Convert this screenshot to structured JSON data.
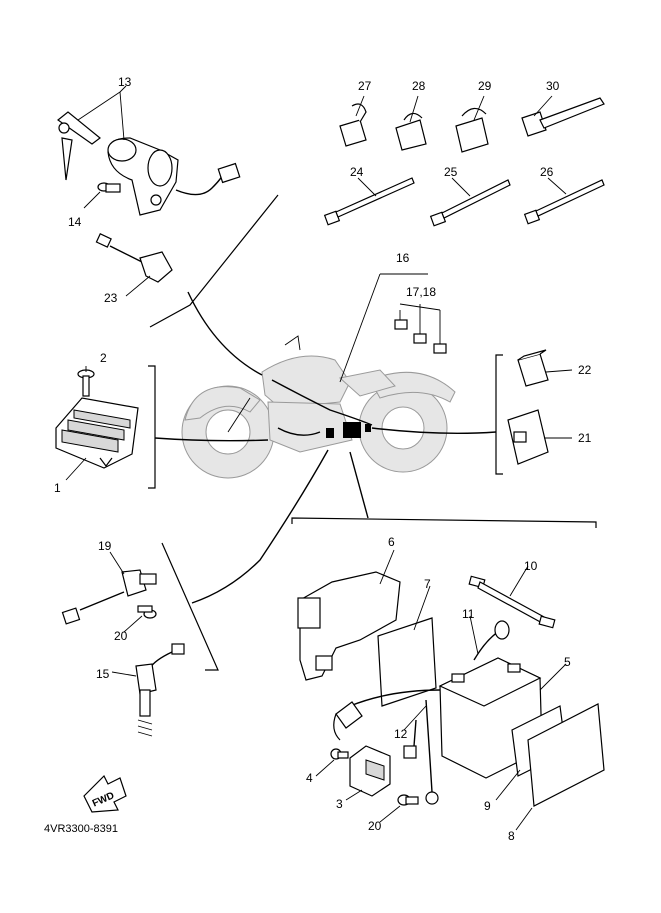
{
  "diagram": {
    "catalog_code": "4VR3300-8391",
    "fwd_label": "FWD",
    "callouts": {
      "c1": "1",
      "c2": "2",
      "c3": "3",
      "c4": "4",
      "c5": "5",
      "c6": "6",
      "c7": "7",
      "c8": "8",
      "c9": "9",
      "c10": "10",
      "c11": "11",
      "c12": "12",
      "c13": "13",
      "c14": "14",
      "c15": "15",
      "c16": "16",
      "c17_18": "17,18",
      "c19": "19",
      "c20a": "20",
      "c20b": "20",
      "c21": "21",
      "c22": "22",
      "c23": "23",
      "c24": "24",
      "c25": "25",
      "c26": "26",
      "c27": "27",
      "c28": "28",
      "c29": "29",
      "c30": "30"
    }
  }
}
